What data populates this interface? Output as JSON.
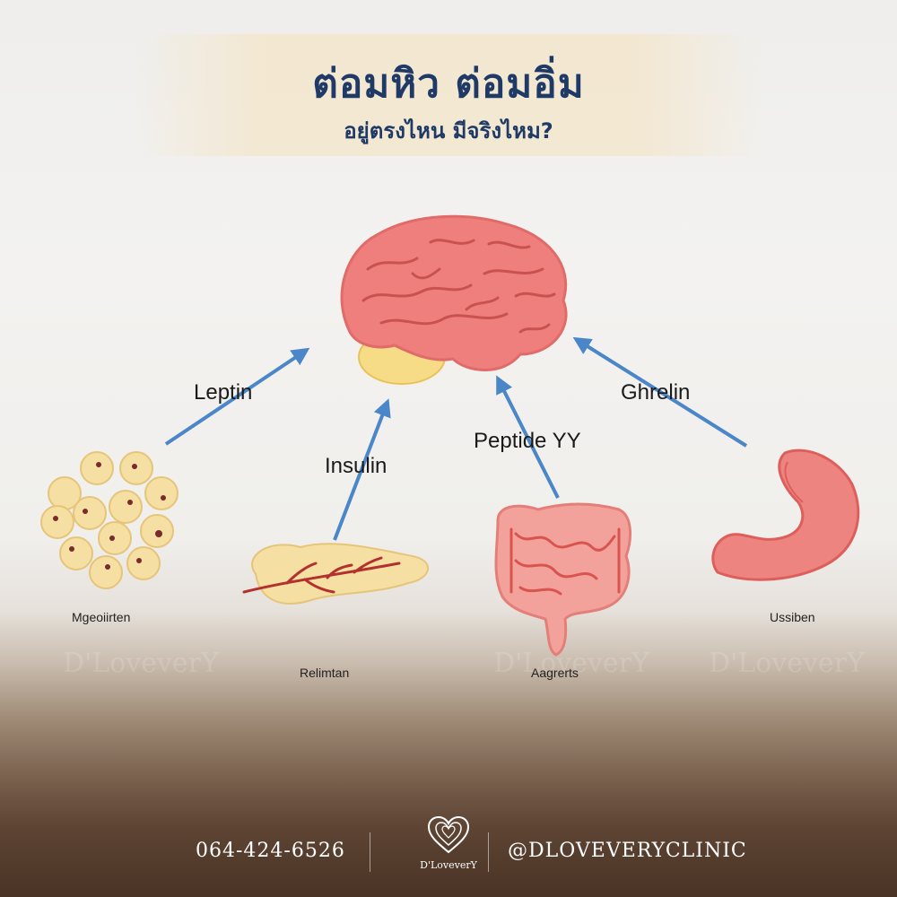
{
  "header": {
    "title": "ต่อมหิว ต่อมอิ่ม",
    "subtitle": "อยู่ตรงไหน มีจริงไหม?"
  },
  "diagram": {
    "hormones": [
      {
        "id": "leptin",
        "label": "Leptin"
      },
      {
        "id": "insulin",
        "label": "Insulin"
      },
      {
        "id": "peptide-yy",
        "label": "Peptide YY"
      },
      {
        "id": "ghrelin",
        "label": "Ghrelin"
      }
    ],
    "organs": [
      {
        "id": "fat-cells",
        "label": "Mgeoiirten"
      },
      {
        "id": "pancreas",
        "label": "Relimtan"
      },
      {
        "id": "intestine",
        "label": "Aagrerts"
      },
      {
        "id": "stomach",
        "label": "Ussiben"
      }
    ]
  },
  "watermark": {
    "text": "D'LoveverY"
  },
  "footer": {
    "phone": "064-424-6526",
    "logo_text": "D'LoveverY",
    "social": "@DLOVEVERYCLINIC"
  },
  "colors": {
    "title": "#1f3a66",
    "arrow": "#4a86c8",
    "brain": "#ee7f7c",
    "fat": "#f6dfa2",
    "organ": "#ee8480"
  }
}
